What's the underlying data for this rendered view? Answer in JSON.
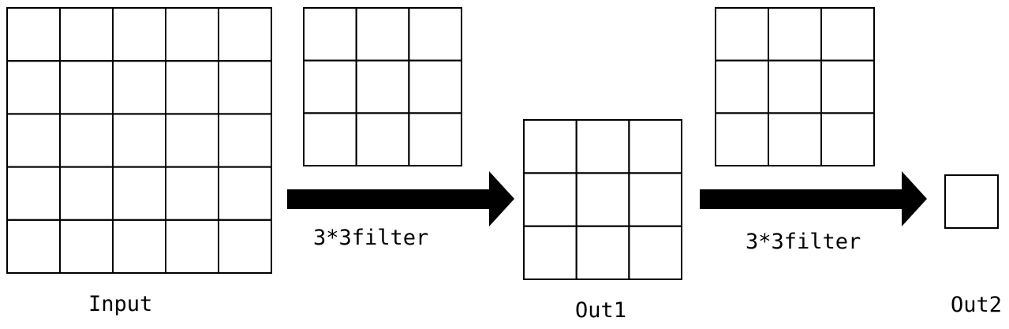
{
  "grids": {
    "input": {
      "rows": 5,
      "cols": 5
    },
    "filter1": {
      "rows": 3,
      "cols": 3
    },
    "out1": {
      "rows": 3,
      "cols": 3
    },
    "filter2": {
      "rows": 3,
      "cols": 3
    },
    "out2": {
      "rows": 1,
      "cols": 1
    }
  },
  "labels": {
    "input": "Input",
    "filter1": "3*3filter",
    "out1": "Out1",
    "filter2": "3*3filter",
    "out2": "Out2"
  },
  "colors": {
    "stroke": "#000000",
    "background": "#ffffff"
  }
}
